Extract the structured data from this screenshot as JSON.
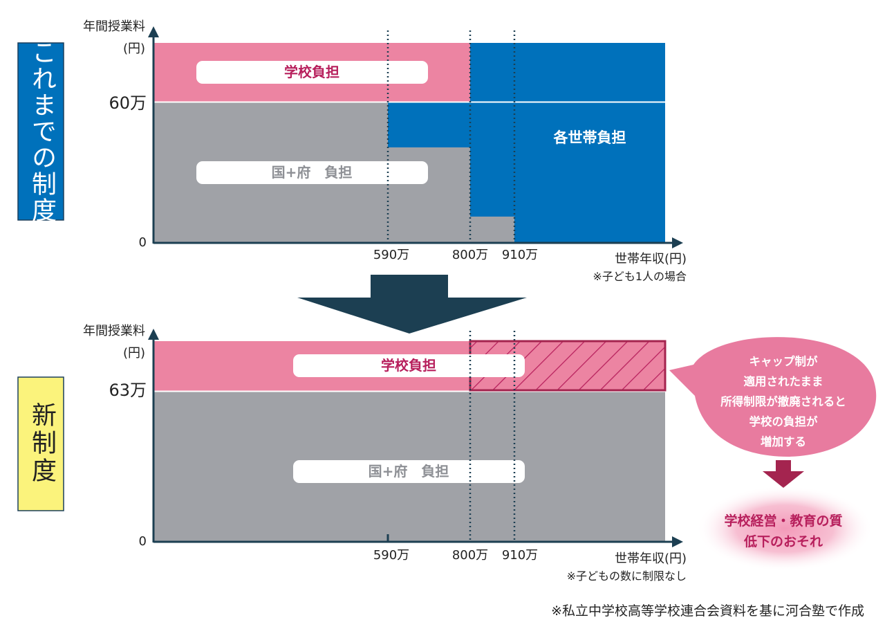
{
  "colors": {
    "school": "#ec84a2",
    "school_text": "#b71f5c",
    "gov": "#a0a2a7",
    "household": "#0071bb",
    "gov_text": "#8e9095",
    "arrow": "#1c3f52",
    "old_label_bg": "#0071bb",
    "new_label_bg": "#fbf37c",
    "bubble": "#e87b9f",
    "down_arrow": "#a4244f",
    "outcome_text": "#b71f5c"
  },
  "old_system": {
    "side_label": "これまでの制度",
    "y_axis_title_1": "年間授業料",
    "y_axis_title_2": "(円)",
    "y_tick_cap": "60万",
    "y_tick_zero": "0",
    "x_ticks": [
      "590万",
      "800万",
      "910万"
    ],
    "x_axis_title": "世帯年収(円)",
    "note": "※子ども1人の場合",
    "school_label": "学校負担",
    "gov_label": "国+府　負担",
    "household_label": "各世帯負担"
  },
  "new_system": {
    "side_label": "新制度",
    "y_axis_title_1": "年間授業料",
    "y_axis_title_2": "(円)",
    "y_tick_cap": "63万",
    "y_tick_zero": "0",
    "x_ticks": [
      "590万",
      "800万",
      "910万"
    ],
    "x_axis_title": "世帯年収(円)",
    "note": "※子どもの数に制限なし",
    "school_label": "学校負担",
    "gov_label": "国+府　負担"
  },
  "bubble": {
    "lines": [
      "キャップ制が",
      "適用されたまま",
      "所得制限が撤廃されると",
      "学校の負担が",
      "増加する"
    ]
  },
  "outcome": {
    "lines": [
      "学校経営・教育の質",
      "低下のおそれ"
    ]
  },
  "source": "※私立中学校高等学校連合会資料を基に河合塾で作成"
}
